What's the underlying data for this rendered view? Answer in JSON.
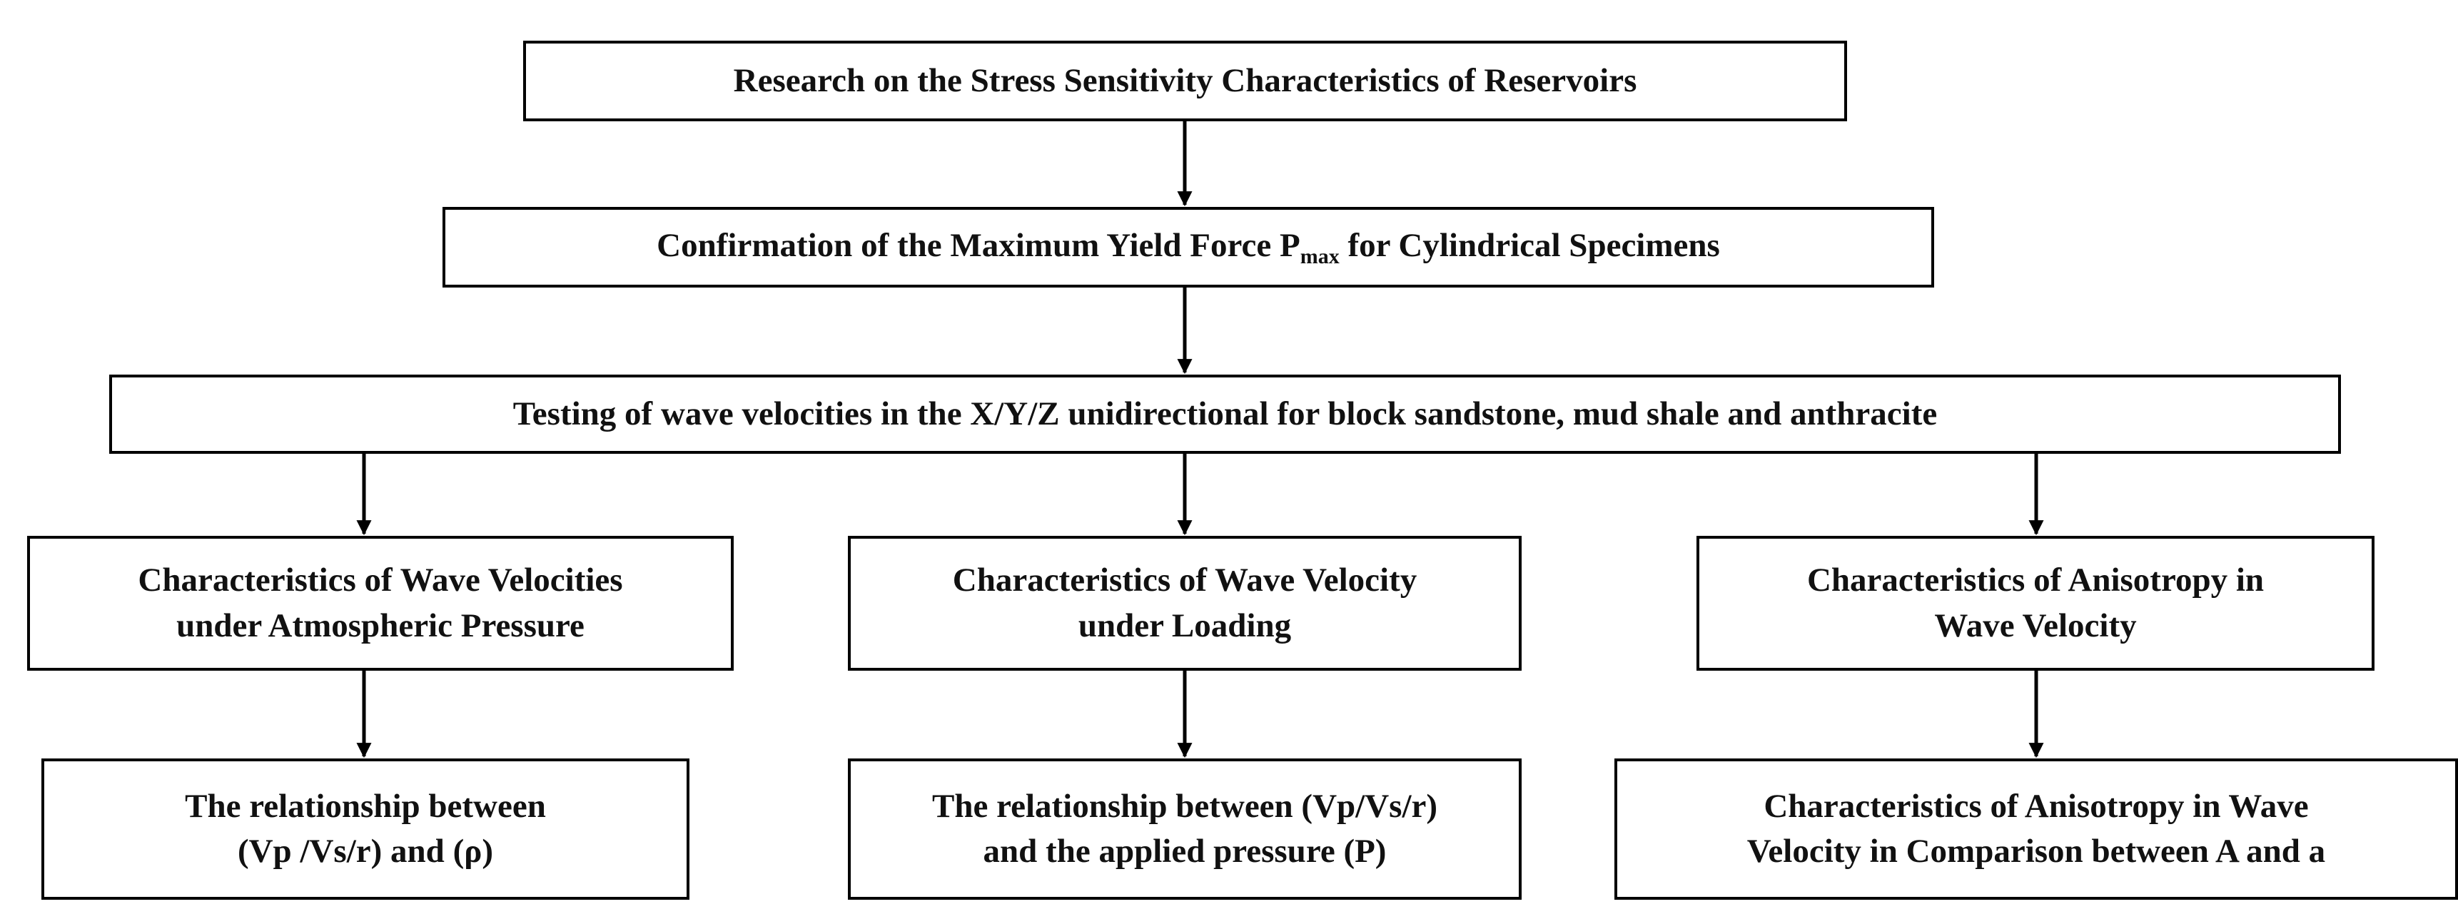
{
  "nodes": {
    "research": {
      "lines": [
        "Research on the Stress Sensitivity Characteristics of Reservoirs"
      ]
    },
    "confirmation": {
      "text_before": "Confirmation of the Maximum Yield Force P",
      "subscript": "max",
      "text_after": " for Cylindrical Specimens"
    },
    "testing": {
      "lines": [
        "Testing of wave velocities in the X/Y/Z unidirectional for block sandstone, mud shale and anthracite"
      ]
    },
    "atm": {
      "lines": [
        "Characteristics of Wave Velocities",
        "under Atmospheric Pressure"
      ]
    },
    "loading": {
      "lines": [
        "Characteristics of Wave Velocity",
        "under Loading"
      ]
    },
    "aniso": {
      "lines": [
        "Characteristics of Anisotropy in",
        "Wave Velocity"
      ]
    },
    "rel_rho": {
      "lines": [
        "The relationship between",
        "(Vp /Vs/r) and (ρ)"
      ]
    },
    "rel_p": {
      "lines": [
        "The relationship between (Vp/Vs/r)",
        "and the applied pressure (P)"
      ]
    },
    "aniso_cmp": {
      "lines": [
        "Characteristics of Anisotropy in Wave",
        "Velocity in Comparison between A and a"
      ]
    }
  }
}
